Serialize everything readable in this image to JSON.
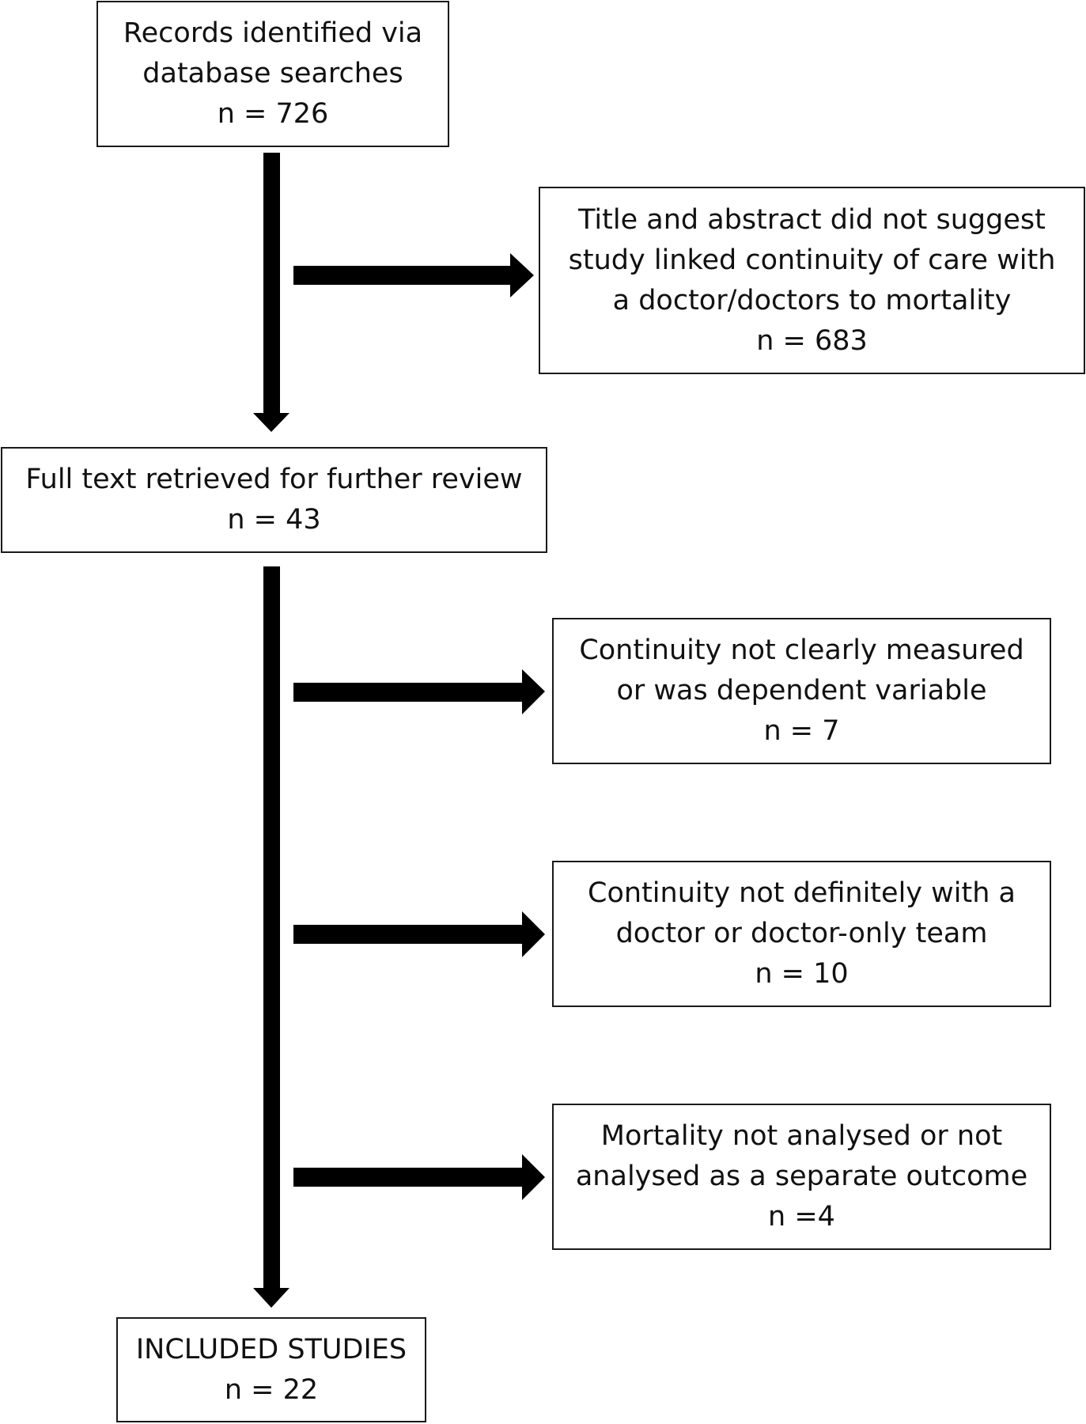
{
  "boxes": {
    "records": {
      "line1": "Records identified via",
      "line2": "database searches",
      "count": "n = 726"
    },
    "excluded_title": {
      "line1": "Title and abstract did not suggest",
      "line2": "study linked continuity of care with",
      "line3": "a doctor/doctors to mortality",
      "count": "n = 683"
    },
    "full_text": {
      "line1": "Full text retrieved for further review",
      "count": "n = 43"
    },
    "excluded_measure": {
      "line1": "Continuity not clearly measured",
      "line2": "or was dependent variable",
      "count": "n = 7"
    },
    "excluded_doctor": {
      "line1": "Continuity not definitely with a",
      "line2": "doctor or doctor-only team",
      "count": "n = 10"
    },
    "excluded_mortality": {
      "line1": "Mortality not analysed or not",
      "line2": "analysed as a separate outcome",
      "count": "n =4"
    },
    "included": {
      "line1": "INCLUDED STUDIES",
      "count": "n = 22"
    }
  }
}
